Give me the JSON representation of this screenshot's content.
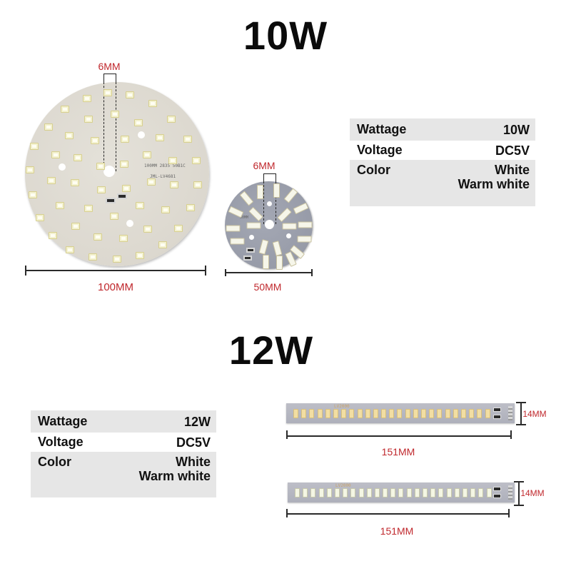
{
  "sections": [
    {
      "title": "10W",
      "specs": {
        "rows": [
          {
            "label": "Wattage",
            "value": "10W"
          },
          {
            "label": "Voltage",
            "value": "DC5V"
          },
          {
            "label": "Color",
            "value_lines": [
              "White",
              "Warm white"
            ]
          }
        ]
      },
      "boards": [
        {
          "name": "100mm round board",
          "hole_dim": "6MM",
          "diameter_dim": "100MM",
          "print_lines": [
            "100MM 2835 50B1C",
            "JML-LV4681"
          ]
        },
        {
          "name": "50mm round board",
          "hole_dim": "6MM",
          "diameter_dim": "50MM",
          "print_lines": [
            "50MM",
            "20B1C"
          ]
        }
      ]
    },
    {
      "title": "12W",
      "specs": {
        "rows": [
          {
            "label": "Wattage",
            "value": "12W"
          },
          {
            "label": "Voltage",
            "value": "DC5V"
          },
          {
            "label": "Color",
            "value_lines": [
              "White",
              "Warm white"
            ]
          }
        ]
      },
      "strips": [
        {
          "color": "warm white",
          "length_dim": "151MM",
          "width_dim": "14MM",
          "print": "LV2000"
        },
        {
          "color": "white",
          "length_dim": "151MM",
          "width_dim": "14MM",
          "print": "LV2000"
        }
      ]
    }
  ],
  "colors": {
    "dimension_text": "#c0282d",
    "table_shade": "#e6e6e6",
    "title_text": "#0b0b0b"
  }
}
